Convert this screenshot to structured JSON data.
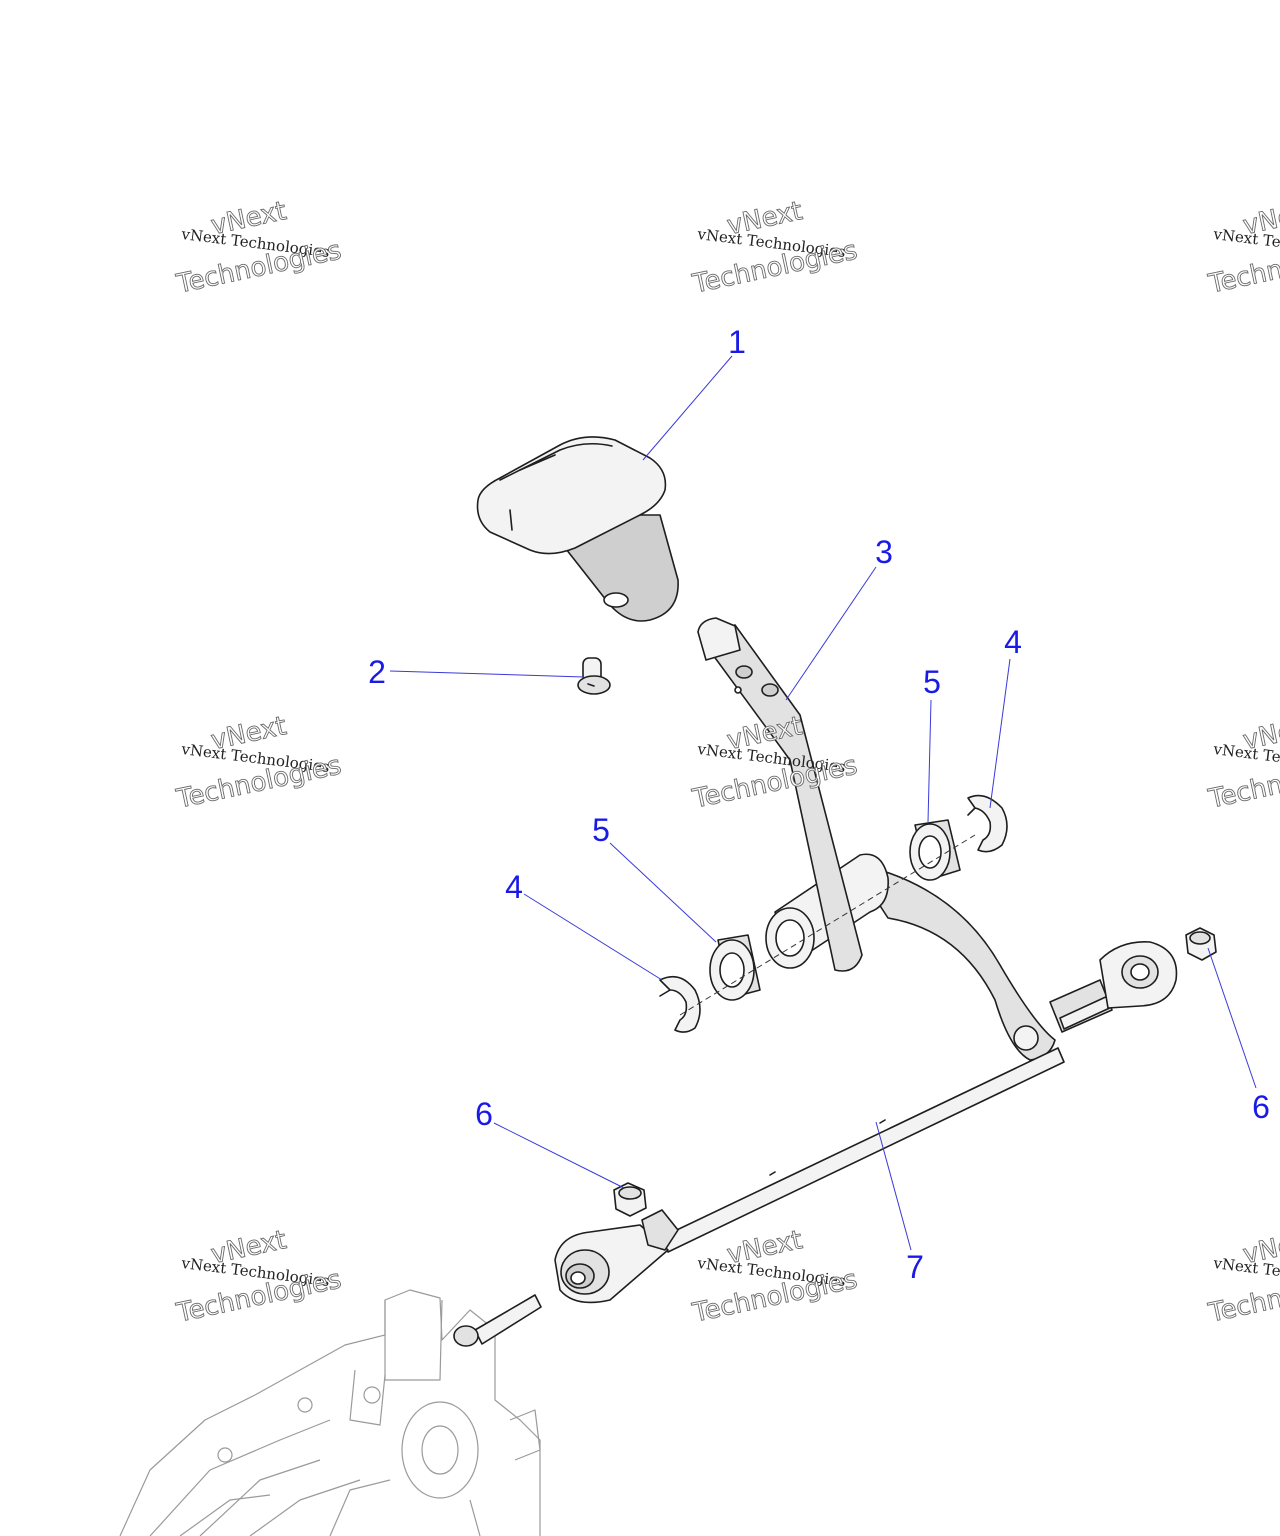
{
  "watermark": {
    "line1": "vNext",
    "line2": "vNext Technologies",
    "line3": "Technologies"
  },
  "callouts": {
    "c1": "1",
    "c2": "2",
    "c3": "3",
    "c4a": "4",
    "c4b": "4",
    "c5a": "5",
    "c5b": "5",
    "c6a": "6",
    "c6b": "6",
    "c7": "7"
  },
  "colors": {
    "callout": "#1a1ae6",
    "leader": "#3a3ad8",
    "part_fill": "#e2e2e2",
    "outline": "#1e1e1e"
  }
}
